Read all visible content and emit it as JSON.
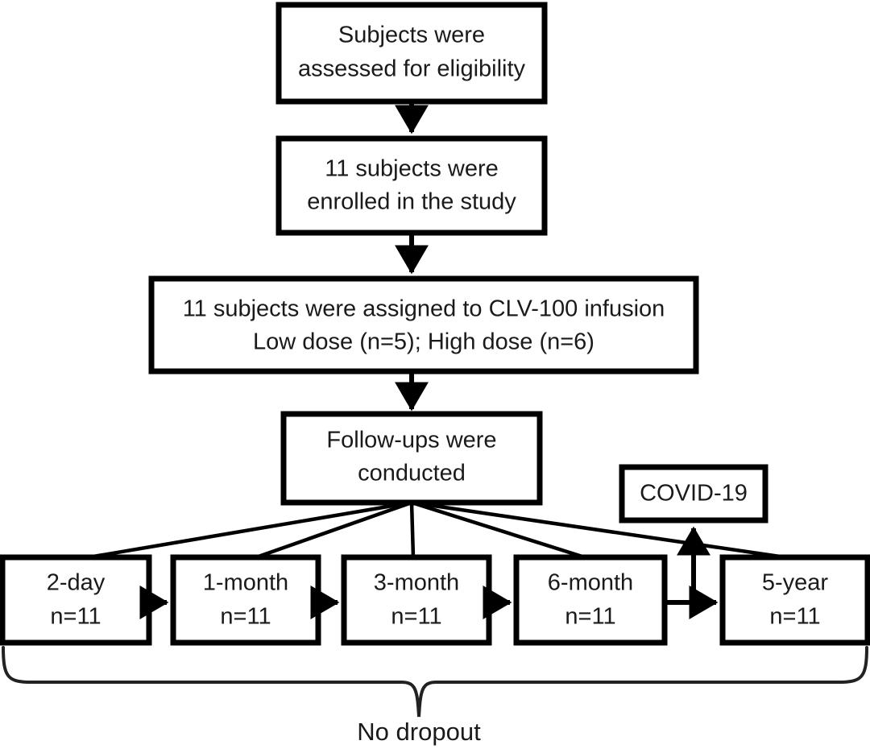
{
  "diagram": {
    "title": "Study participant flow diagram",
    "type": "flowchart",
    "background_color": "#ffffff",
    "stroke_color": "#000000",
    "text_color": "#1a1a1a"
  },
  "nodes": {
    "eligibility": {
      "line1": "Subjects were",
      "line2": "assessed for eligibility"
    },
    "enrolled": {
      "line1": "11 subjects were",
      "line2": "enrolled in the study"
    },
    "assigned": {
      "line1": "11 subjects were assigned to CLV-100 infusion",
      "line2": "Low dose (n=5); High dose (n=6)"
    },
    "followups": {
      "line1": "Follow-ups were",
      "line2": "conducted"
    },
    "covid": {
      "line1": "COVID-19"
    }
  },
  "timepoints": [
    {
      "label": "2-day",
      "count": "n=11"
    },
    {
      "label": "1-month",
      "count": "n=11"
    },
    {
      "label": "3-month",
      "count": "n=11"
    },
    {
      "label": "6-month",
      "count": "n=11"
    },
    {
      "label": "5-year",
      "count": "n=11"
    }
  ],
  "caption": {
    "no_dropout": "No dropout"
  }
}
